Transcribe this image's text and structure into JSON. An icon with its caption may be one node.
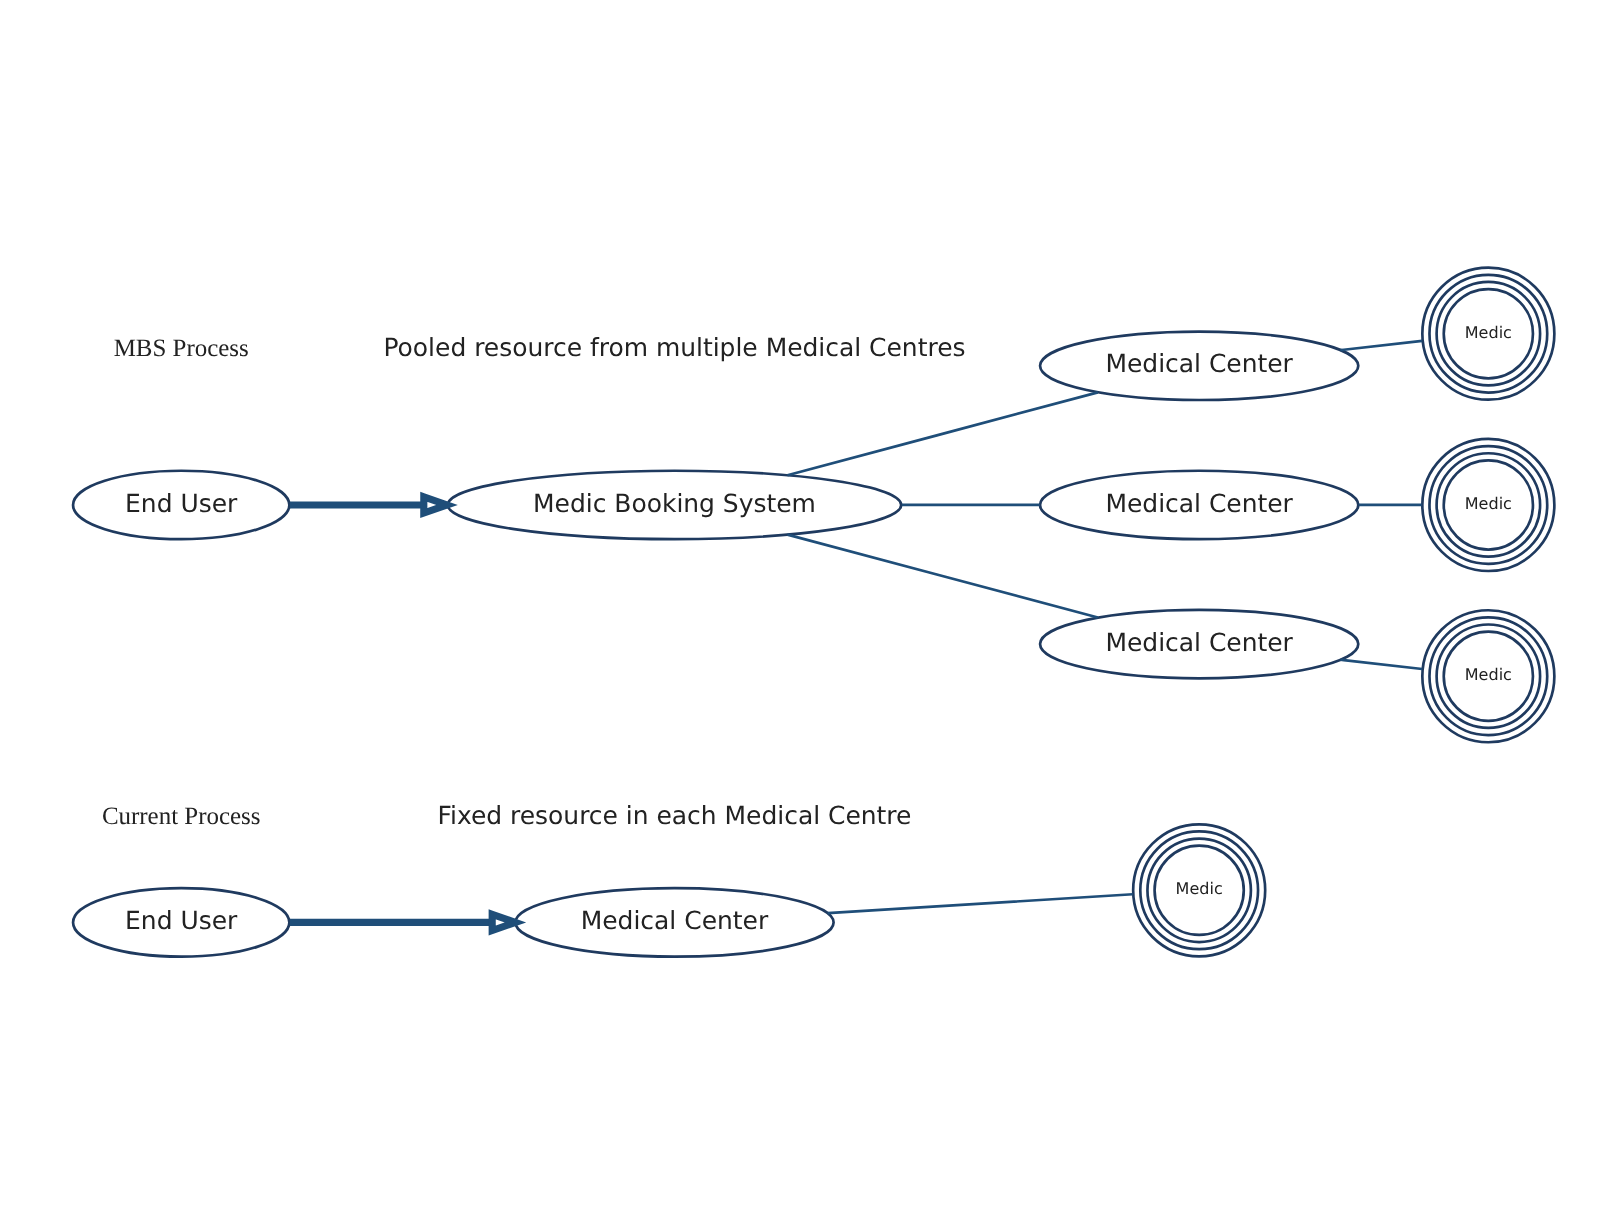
{
  "diagram": {
    "nodes": [
      {
        "text": [
          "End User"
        ]
      },
      {
        "text": [
          "Medical Center"
        ]
      },
      {
        "text": [
          "Medic"
        ]
      },
      {
        "text": [
          "End User"
        ]
      },
      {
        "text": [
          "Medic Booking System"
        ]
      },
      {
        "text": [
          "Medical Center"
        ]
      },
      {
        "text": [
          "Medic"
        ]
      },
      {
        "text": [
          "Medical Center"
        ]
      },
      {
        "text": [
          "Medic"
        ]
      },
      {
        "text": [
          "Medical Center"
        ]
      },
      {
        "text": [
          "Medic"
        ]
      }
    ],
    "edges": [
      {
        "from": 0,
        "to": 1,
        "arrow": "to",
        "style": "thick"
      },
      {
        "from": 1,
        "to": 2,
        "arrow": "none"
      },
      {
        "from": 3,
        "to": 4,
        "arrow": "to",
        "style": "thick"
      },
      {
        "from": 4,
        "to": 5,
        "arrow": "none"
      },
      {
        "from": 4,
        "to": 7,
        "arrow": "none"
      },
      {
        "from": 4,
        "to": 9,
        "arrow": "none"
      },
      {
        "from": 5,
        "to": 6,
        "arrow": "none"
      },
      {
        "from": 7,
        "to": 8,
        "arrow": "none"
      },
      {
        "from": 9,
        "to": 10,
        "arrow": "none"
      }
    ],
    "labels": [
      "Current Process",
      "Fixed resource in each Medical Centre",
      "MBS Process",
      "Pooled resource from multiple Medical Centres"
    ]
  }
}
